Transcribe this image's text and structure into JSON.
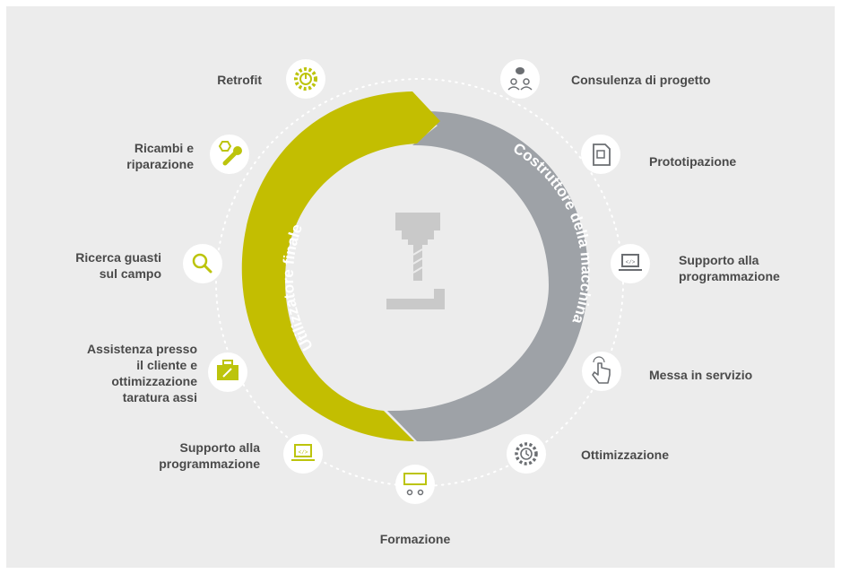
{
  "arcs": {
    "end_user": "Utilizzatore finale",
    "machine_builder": "Costruttore della macchina"
  },
  "colors": {
    "end_user_arc": "#c3be01",
    "builder_arc": "#9ea2a7",
    "end_user_icon": "#bcc40c",
    "builder_icon": "#6b6e72",
    "text": "#4a4a4a",
    "background": "#ececec"
  },
  "center_icon": "milling-spindle-icon",
  "end_user_services": [
    {
      "label": "Retrofit",
      "icon": "gear-power-icon"
    },
    {
      "label": "Ricambi e riparazione",
      "icon": "wrench-nut-icon"
    },
    {
      "label": "Ricerca guasti sul campo",
      "icon": "magnifier-icon"
    },
    {
      "label": "Assistenza presso il cliente e ottimizzazione taratura assi",
      "icon": "toolbox-icon"
    },
    {
      "label": "Supporto alla programmazione",
      "icon": "laptop-code-icon"
    }
  ],
  "builder_services": [
    {
      "label": "Consulenza di progetto",
      "icon": "people-chat-icon"
    },
    {
      "label": "Prototipazione",
      "icon": "document-chip-icon"
    },
    {
      "label": "Supporto alla programmazione",
      "icon": "laptop-code-icon"
    },
    {
      "label": "Messa in servizio",
      "icon": "hand-pointer-icon"
    },
    {
      "label": "Ottimizzazione",
      "icon": "gear-clock-icon"
    }
  ],
  "shared_service": {
    "label": "Formazione",
    "icon": "trainer-board-icon"
  }
}
